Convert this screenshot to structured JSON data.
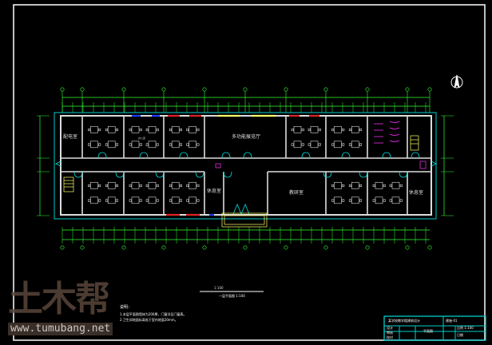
{
  "drawing": {
    "rooms": {
      "power_room": "配电室",
      "exhibition_hall": "多功能展览厅",
      "lounge_left": "休息室",
      "research_room": "教研室",
      "lounge_right": "休息室"
    },
    "classroom_label": "办公室",
    "scale_title": "1:100",
    "plan_title": "一层平面图 1:100",
    "notes_heading": "说明：",
    "notes": [
      "1.本层平面图墙体为200厚，门窗详见门窗表。",
      "2.卫生间地面标高低于室内地面20mm。"
    ],
    "watermark": "土木帮",
    "watermark_url": "www.tumubang.net"
  },
  "title_block": {
    "project": "某学校教学楼建筑设计",
    "drawing_no": "建施-01",
    "rows": [
      "设计",
      "审核",
      "校对"
    ],
    "sheet_name": "平面图",
    "scale": "比例 1:100",
    "date": "日期"
  },
  "colors": {
    "wall": "#e0e0e0",
    "dim": "#33ff33",
    "door": "#00e5e5",
    "stair": "#ff33ff",
    "window_red": "#e02020",
    "window_blue": "#1a3cff",
    "window_yellow": "#ffff66"
  }
}
